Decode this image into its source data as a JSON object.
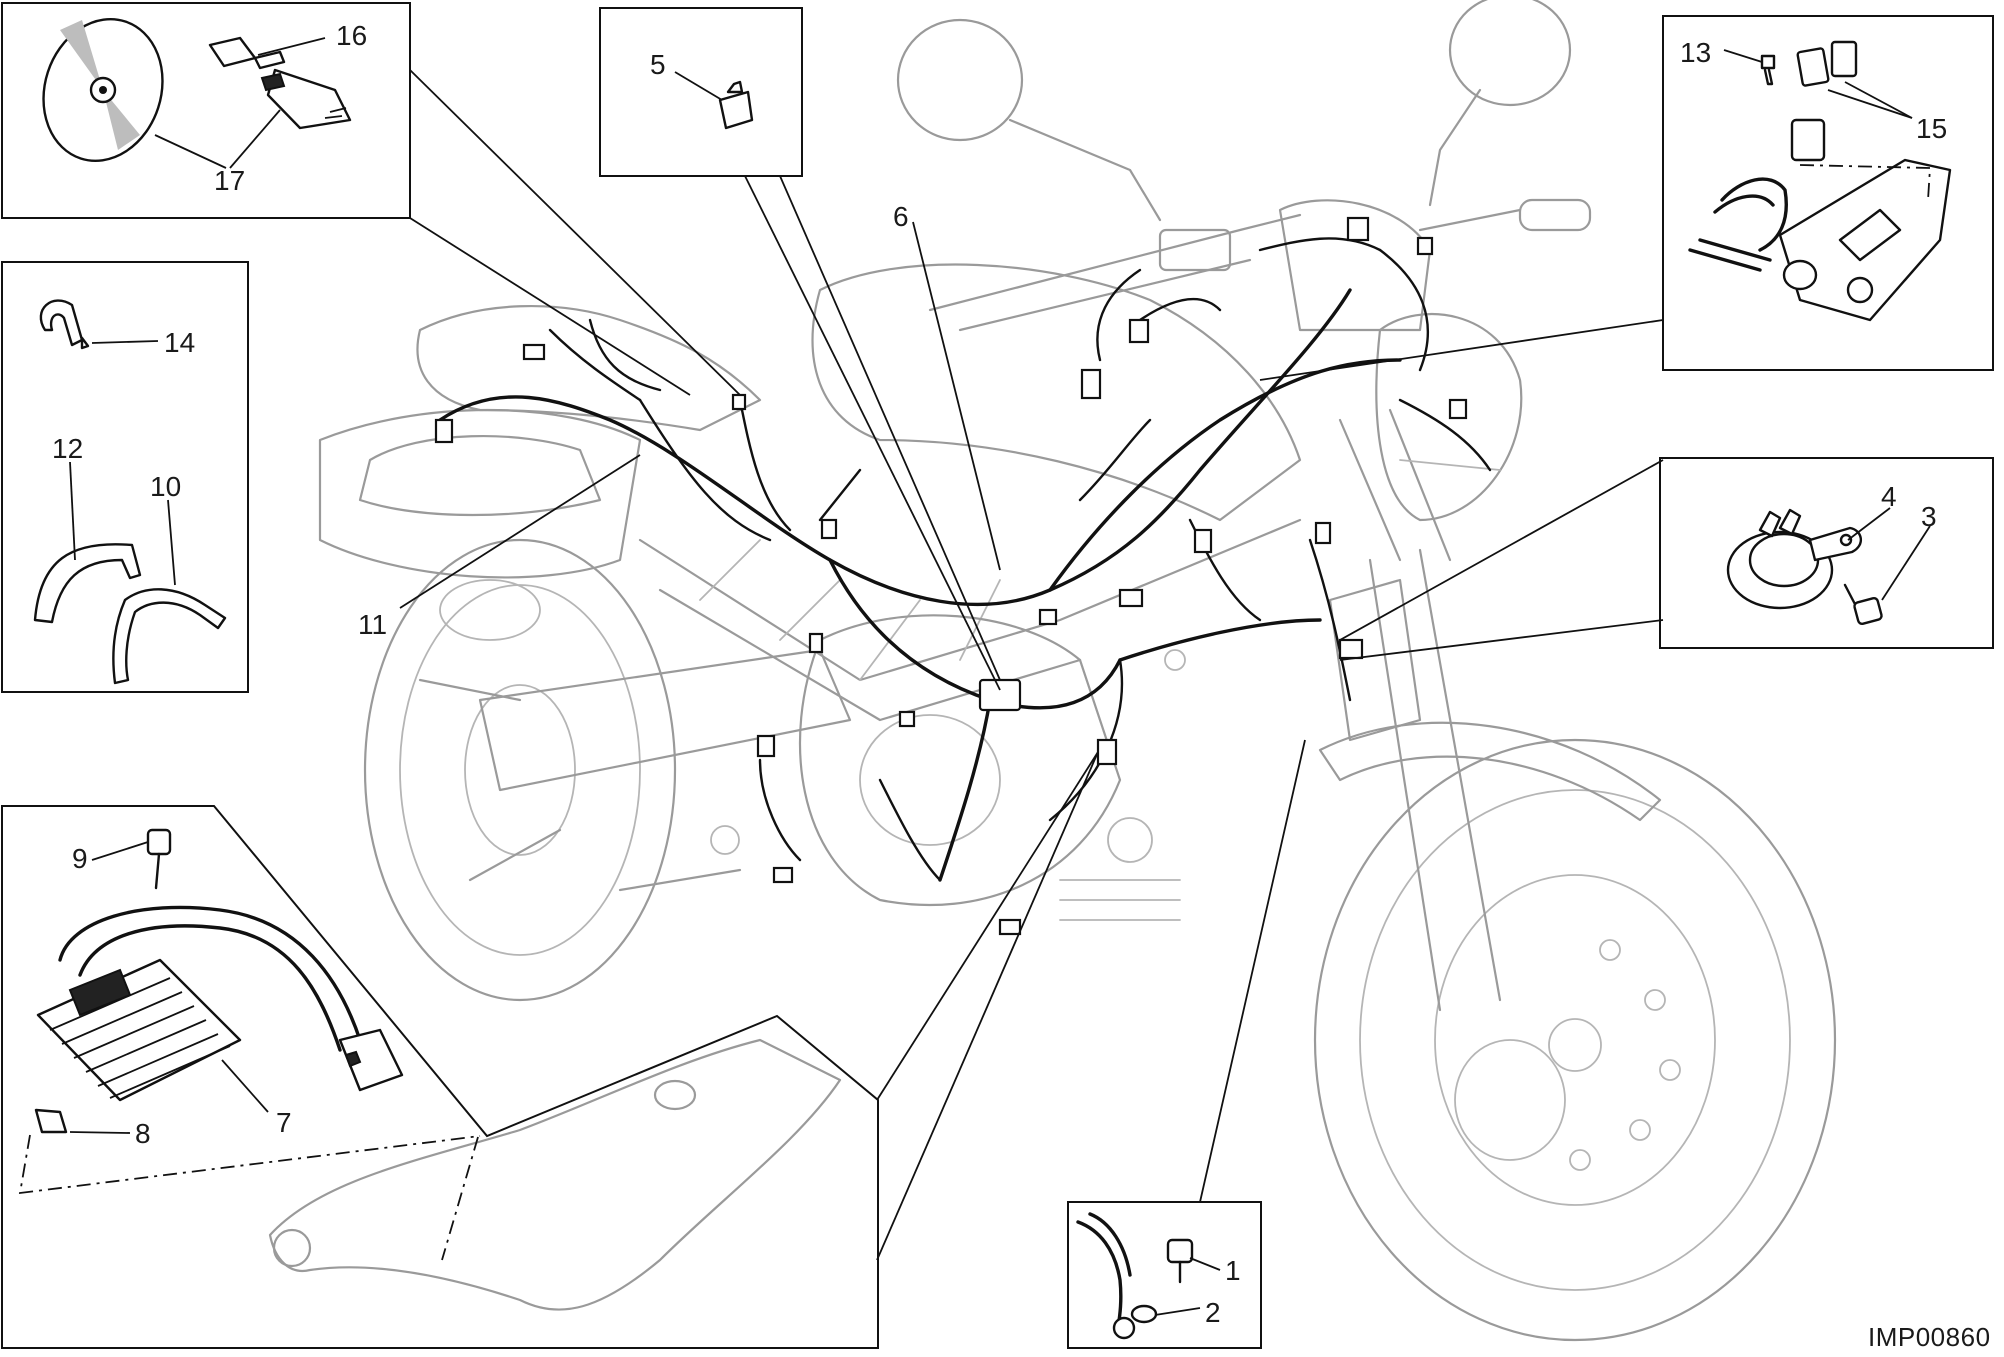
{
  "figure": {
    "code": "IMP00860"
  },
  "callouts": [
    {
      "id": "c1",
      "text": "1"
    },
    {
      "id": "c2",
      "text": "2"
    },
    {
      "id": "c3",
      "text": "3"
    },
    {
      "id": "c4",
      "text": "4"
    },
    {
      "id": "c5",
      "text": "5"
    },
    {
      "id": "c6",
      "text": "6"
    },
    {
      "id": "c7",
      "text": "7"
    },
    {
      "id": "c8",
      "text": "8"
    },
    {
      "id": "c9",
      "text": "9"
    },
    {
      "id": "c10",
      "text": "10"
    },
    {
      "id": "c11",
      "text": "11"
    },
    {
      "id": "c12",
      "text": "12"
    },
    {
      "id": "c13",
      "text": "13"
    },
    {
      "id": "c14",
      "text": "14"
    },
    {
      "id": "c15",
      "text": "15"
    },
    {
      "id": "c16",
      "text": "16"
    },
    {
      "id": "c17",
      "text": "17"
    }
  ],
  "icons": {
    "motorcycle": "motorcycle-outline-icon",
    "cd": "software-cd-icon",
    "fuse": "fuse-icon",
    "regulator": "voltage-regulator-icon",
    "horn": "horn-icon",
    "relay": "relay-icon",
    "bolt": "bolt-icon"
  },
  "colors": {
    "ink": "#111111",
    "ghost": "#9a9a9a",
    "background": "#ffffff"
  }
}
